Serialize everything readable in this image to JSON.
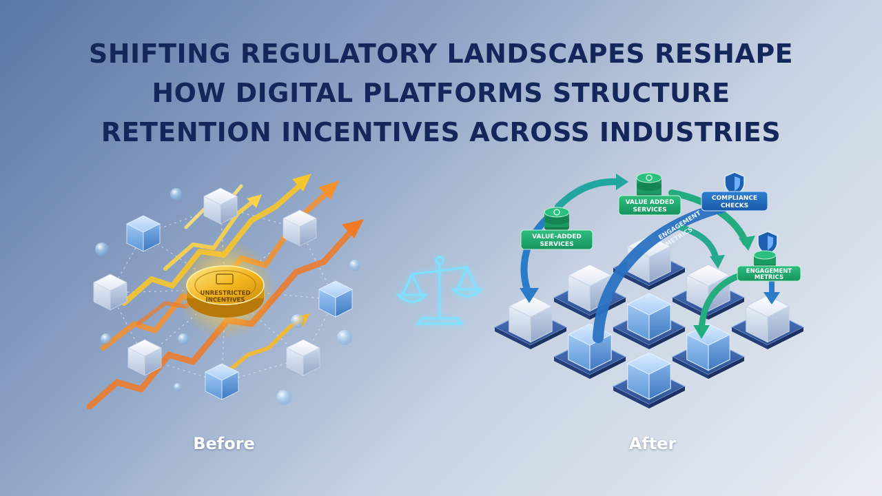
{
  "title_lines": [
    "SHIFTING REGULATORY LANDSCAPES RESHAPE",
    "HOW DIGITAL PLATFORMS STRUCTURE",
    "RETENTION INCENTIVES ACROSS INDUSTRIES"
  ],
  "before": {
    "caption": "Before",
    "coin_label_line1": "UNRESTRICTED",
    "coin_label_line2": "INCENTIVES"
  },
  "after": {
    "caption": "After",
    "value_added_left_line1": "VALUE-ADDED",
    "value_added_left_line2": "SERVICES",
    "value_added_top_line1": "VALUE ADDED",
    "value_added_top_line2": "SERVICES",
    "compliance_line1": "COMPLIANCE",
    "compliance_line2": "CHECKS",
    "engagement_arrow_line1": "ENGAGEMENT",
    "engagement_arrow_line2": "METRICS",
    "engagement_right_line1": "ENGAGEMENT",
    "engagement_right_line2": "METRICS"
  },
  "colors": {
    "title": "#14275a",
    "coin": "#f2b51d",
    "arrow_orange": "#f07a26",
    "arrow_yellow": "#f7c52d",
    "arrow_blue": "#2577c8",
    "arrow_green": "#1fa37a",
    "scale_glow": "#7fe0ff"
  },
  "icons": [
    "coin-icon",
    "balance-scale-icon",
    "shield-icon",
    "coin-stack-icon",
    "cube-icon"
  ]
}
